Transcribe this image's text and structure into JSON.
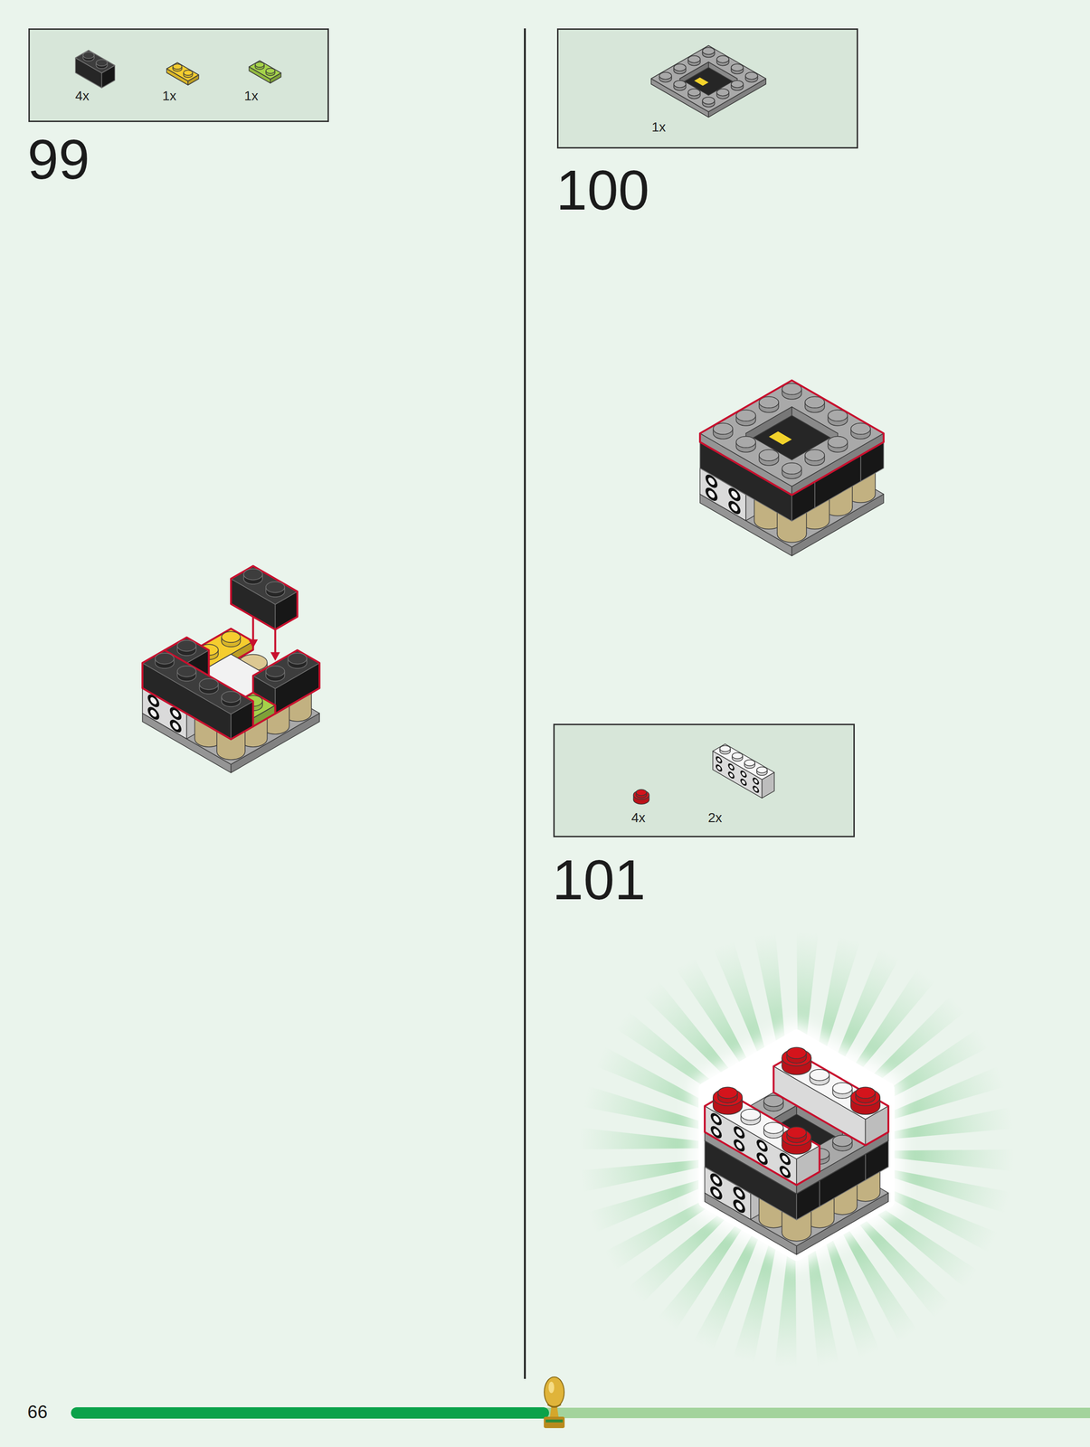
{
  "diagram": {
    "nodes": [
      {
        "text": [
          "4x",
          "1x",
          "1x"
        ]
      },
      {
        "text": [
          "1x"
        ]
      },
      {
        "text": [
          "4x",
          "2x"
        ]
      }
    ],
    "labels": [
      "99",
      "100",
      "101",
      "66"
    ]
  }
}
